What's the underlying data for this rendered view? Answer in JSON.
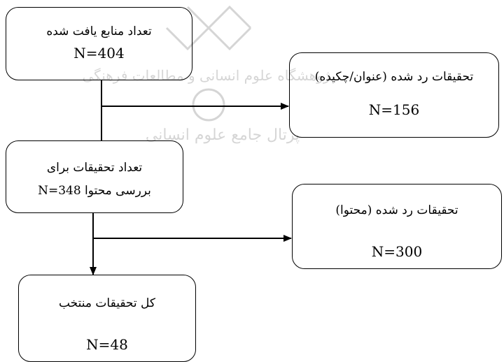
{
  "watermark": {
    "line1": "پژوهشگاه علوم انسانی و مطالعات فرهنگی",
    "line2": "پرتال جامع علوم انسانی"
  },
  "nodes": {
    "found": {
      "title": "تعداد منابع یافت شده",
      "count": "N=404"
    },
    "rejected_title": {
      "title": "تحقیقات رد شده (عنوان/چکیده)",
      "count": "N=156"
    },
    "content_review": {
      "line1": "تعداد تحقیقات برای",
      "line2": "بررسی محتوا 348=N"
    },
    "rejected_content": {
      "title": "تحقیقات رد شده (محتوا)",
      "count": "N=300"
    },
    "selected": {
      "title": "کل تحقیقات منتخب",
      "count": "N=48"
    }
  }
}
